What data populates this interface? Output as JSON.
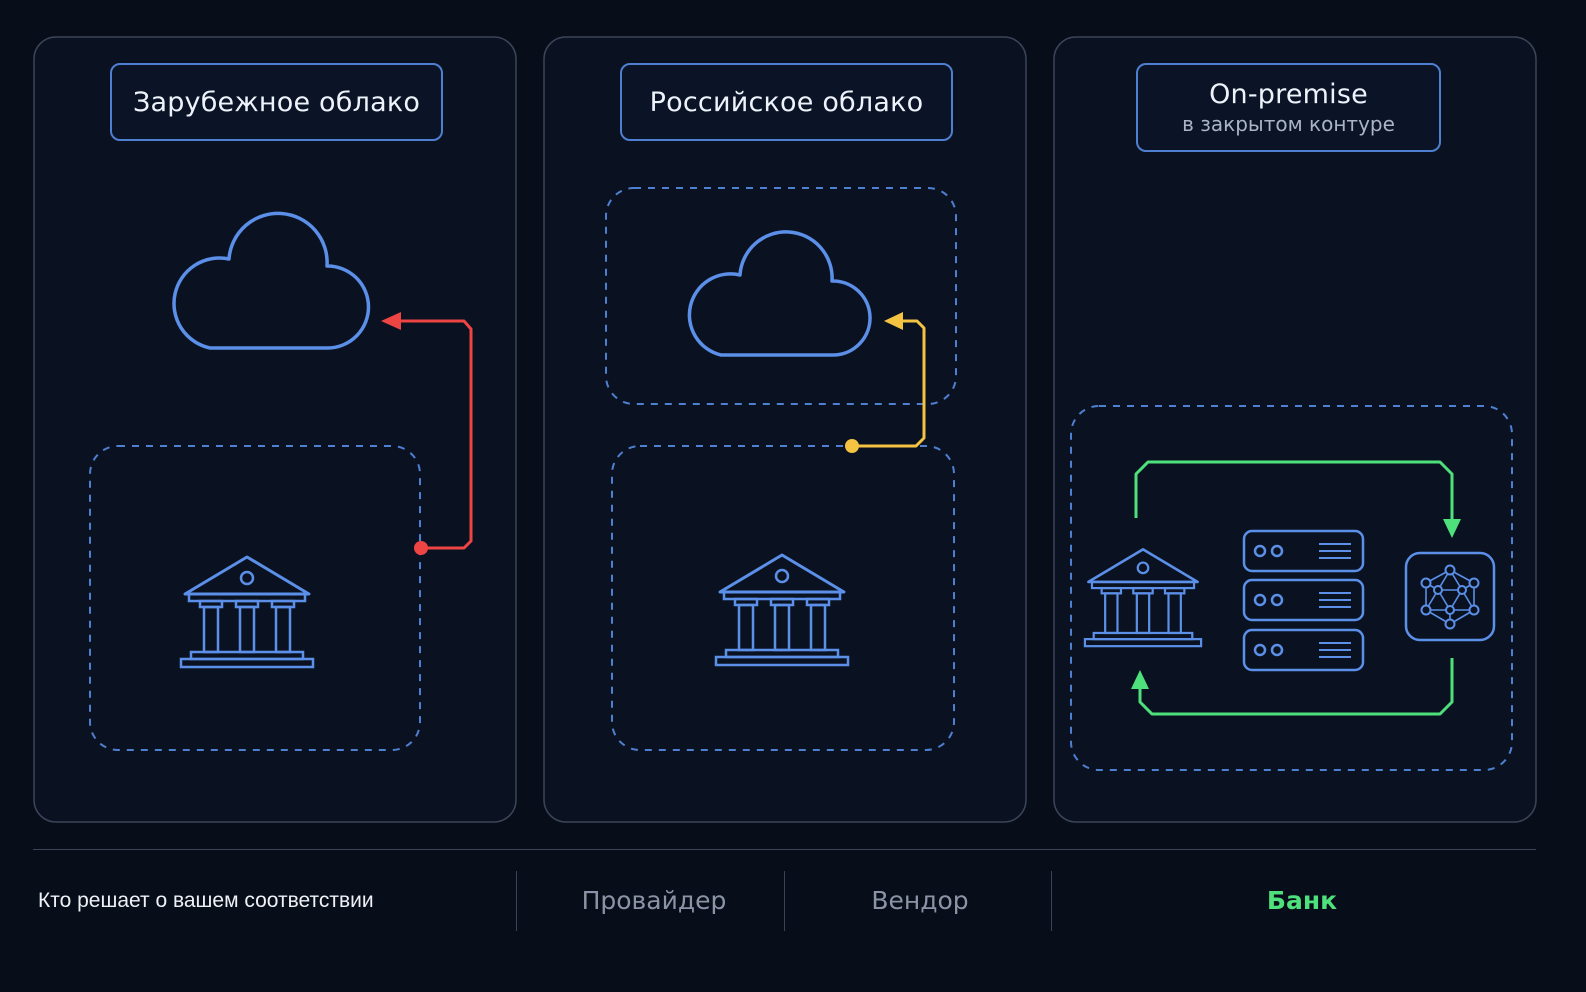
{
  "panels": [
    {
      "title": "Зарубежное облако",
      "subtitle": ""
    },
    {
      "title": "Российское облако",
      "subtitle": ""
    },
    {
      "title": "On-premise",
      "subtitle": "в закрытом контуре"
    }
  ],
  "footer": {
    "label": "Кто решает о вашем соответствии",
    "values": [
      "Провайдер",
      "Вендор",
      "Банк"
    ]
  },
  "colors": {
    "background": "#070d19",
    "panel_border": "#3b4557",
    "box_border": "#4f7fd0",
    "icon_blue": "#5b8fe8",
    "arrow_red": "#ef4444",
    "arrow_yellow": "#f5c342",
    "arrow_green": "#4ee07a"
  },
  "icons": [
    "cloud-icon",
    "bank-icon",
    "server-rack-icon",
    "ai-network-icon"
  ]
}
